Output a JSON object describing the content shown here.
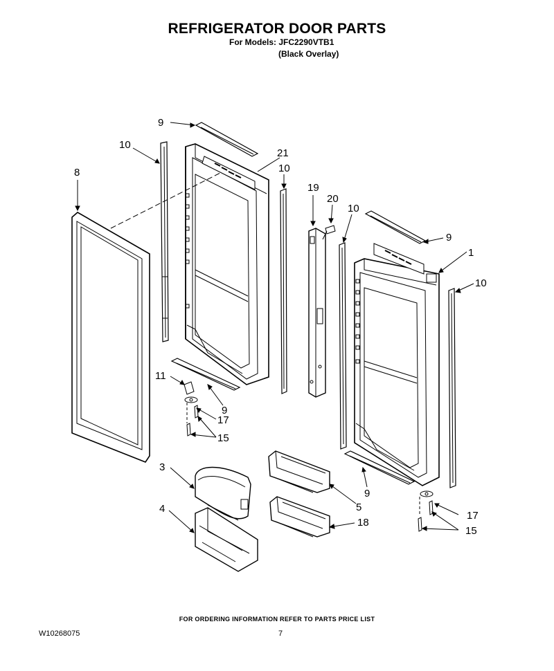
{
  "header": {
    "title": "REFRIGERATOR DOOR PARTS",
    "models_line": "For Models: JFC2290VTB1",
    "variant_line": "(Black Overlay)"
  },
  "callouts": {
    "c1": "1",
    "c3": "3",
    "c4": "4",
    "c5": "5",
    "c8": "8",
    "c9a": "9",
    "c9b": "9",
    "c9c": "9",
    "c9d": "9",
    "c10a": "10",
    "c10b": "10",
    "c10c": "10",
    "c10d": "10",
    "c11": "11",
    "c15a": "15",
    "c15b": "15",
    "c17a": "17",
    "c17b": "17",
    "c18": "18",
    "c19": "19",
    "c20": "20",
    "c21": "21"
  },
  "footer": {
    "ordering_note": "FOR ORDERING INFORMATION REFER TO PARTS PRICE LIST",
    "document_number": "W10268075",
    "page_number": "7"
  }
}
